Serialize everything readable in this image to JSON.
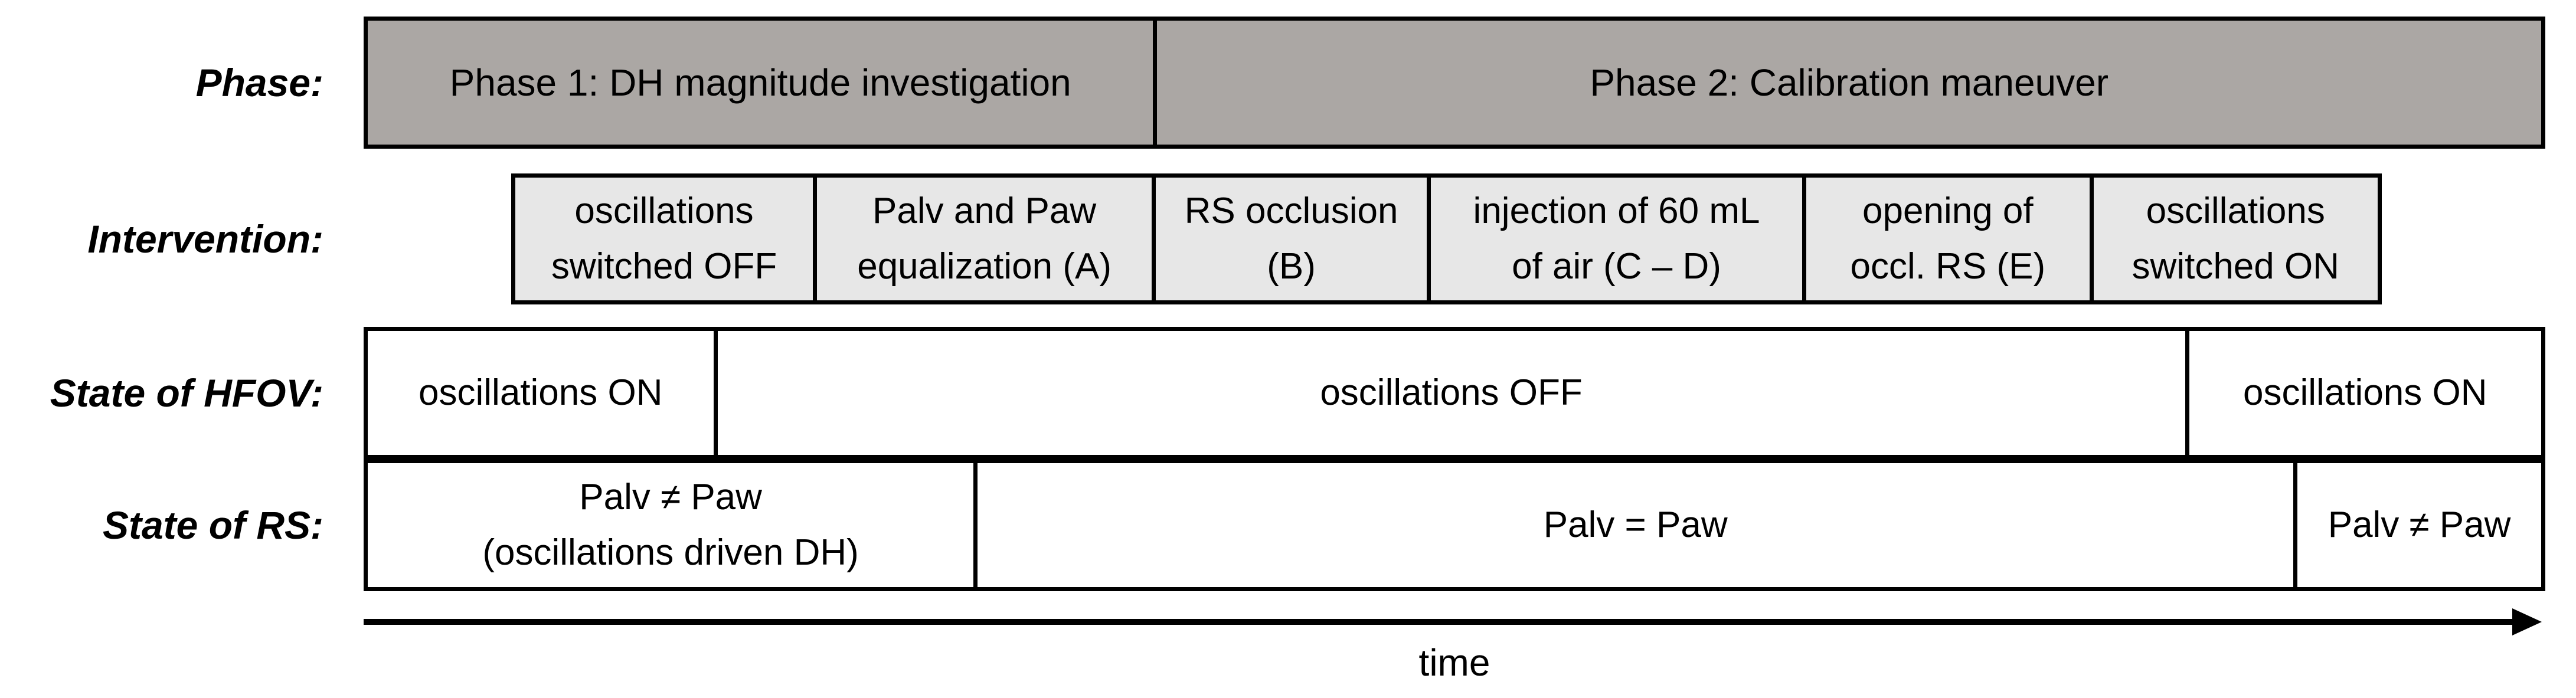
{
  "labels": {
    "phase": "Phase:",
    "intervention": "Intervention:",
    "state_of_hfov": "State of HFOV:",
    "state_of_rs": "State of RS:"
  },
  "phase_row": {
    "segments": [
      {
        "name": "phase-1",
        "lines": [
          "Phase 1: DH magnitude investigation"
        ]
      },
      {
        "name": "phase-2",
        "lines": [
          "Phase 2: Calibration maneuver"
        ]
      }
    ]
  },
  "intervention_row": {
    "segments": [
      {
        "name": "oscillations-switched-off",
        "lines": [
          "oscillations",
          "switched OFF"
        ]
      },
      {
        "name": "palv-paw-equalization",
        "lines": [
          "Palv and Paw",
          "equalization (A)"
        ]
      },
      {
        "name": "rs-occlusion",
        "lines": [
          "RS occlusion",
          "(B)"
        ]
      },
      {
        "name": "air-injection",
        "lines": [
          "injection of 60 mL",
          "of air (C – D)"
        ]
      },
      {
        "name": "opening-occluded-rs",
        "lines": [
          "opening of",
          "occl. RS (E)"
        ]
      },
      {
        "name": "oscillations-switched-on",
        "lines": [
          "oscillations",
          "switched ON"
        ]
      }
    ]
  },
  "state_of_hfov_row": {
    "segments": [
      {
        "name": "oscillations-on-start",
        "lines": [
          "oscillations ON"
        ]
      },
      {
        "name": "oscillations-off",
        "lines": [
          "oscillations OFF"
        ]
      },
      {
        "name": "oscillations-on-end",
        "lines": [
          "oscillations ON"
        ]
      }
    ]
  },
  "state_of_rs_row": {
    "segments": [
      {
        "name": "palv-not-equal-paw-start",
        "lines": [
          "Palv ≠ Paw",
          "(oscillations driven DH)"
        ]
      },
      {
        "name": "palv-equal-paw",
        "lines": [
          "Palv = Paw"
        ]
      },
      {
        "name": "palv-not-equal-paw-end",
        "lines": [
          "Palv ≠ Paw"
        ]
      }
    ]
  },
  "time_axis": {
    "label": "time"
  },
  "colors": {
    "phase_fill": "#aba7a4",
    "intervention_fill": "#e7e7e7",
    "state_fill": "#ffffff",
    "border": "#000000",
    "text": "#000000"
  }
}
